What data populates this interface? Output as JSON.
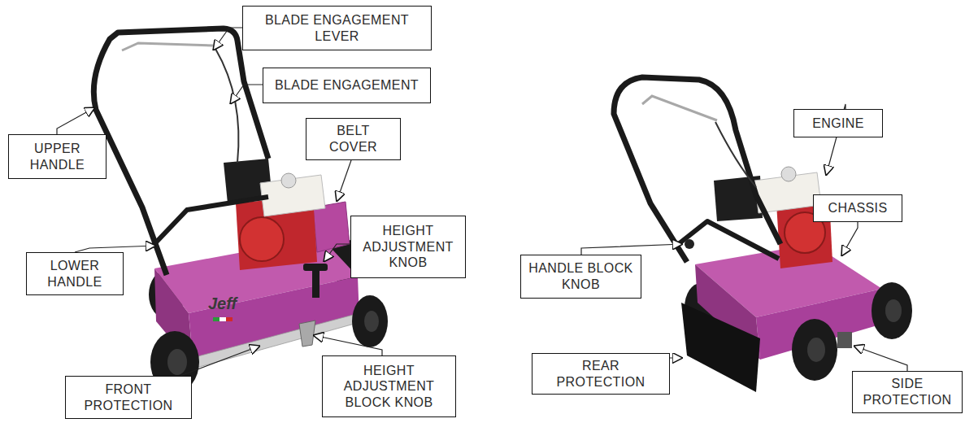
{
  "diagram": {
    "nodes": [
      {
        "text": [
          "BLADE ENGAGEMENT LEVER"
        ]
      },
      {
        "text": [
          "BLADE ENGAGEMENT"
        ]
      },
      {
        "text": [
          "UPPER HANDLE"
        ]
      },
      {
        "text": [
          "BELT COVER"
        ]
      },
      {
        "text": [
          "HEIGHT ADJUSTMENT KNOB"
        ]
      },
      {
        "text": [
          "LOWER HANDLE"
        ]
      },
      {
        "text": [
          "FRONT PROTECTION"
        ]
      },
      {
        "text": [
          "HEIGHT ADJUSTMENT BLOCK KNOB"
        ]
      },
      {
        "text": [
          "ENGINE"
        ]
      },
      {
        "text": [
          "CHASSIS"
        ]
      },
      {
        "text": [
          "HANDLE BLOCK KNOB"
        ]
      },
      {
        "text": [
          "REAR PROTECTION"
        ]
      },
      {
        "text": [
          "SIDE PROTECTION"
        ]
      }
    ],
    "edges": [],
    "labels": [
      "Jeff"
    ]
  }
}
